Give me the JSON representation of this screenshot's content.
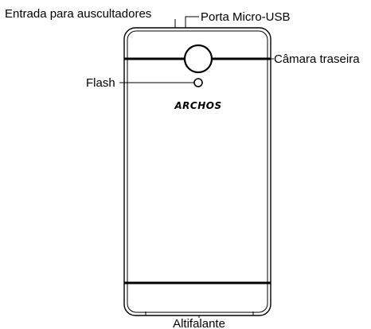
{
  "diagram": {
    "labels": {
      "headphone_jack": "Entrada para auscultadores",
      "micro_usb_port": "Porta Micro-USB",
      "rear_camera": "Câmara traseira",
      "flash": "Flash",
      "speaker": "Altifalante"
    },
    "brand_logo": "ARCHOS"
  }
}
